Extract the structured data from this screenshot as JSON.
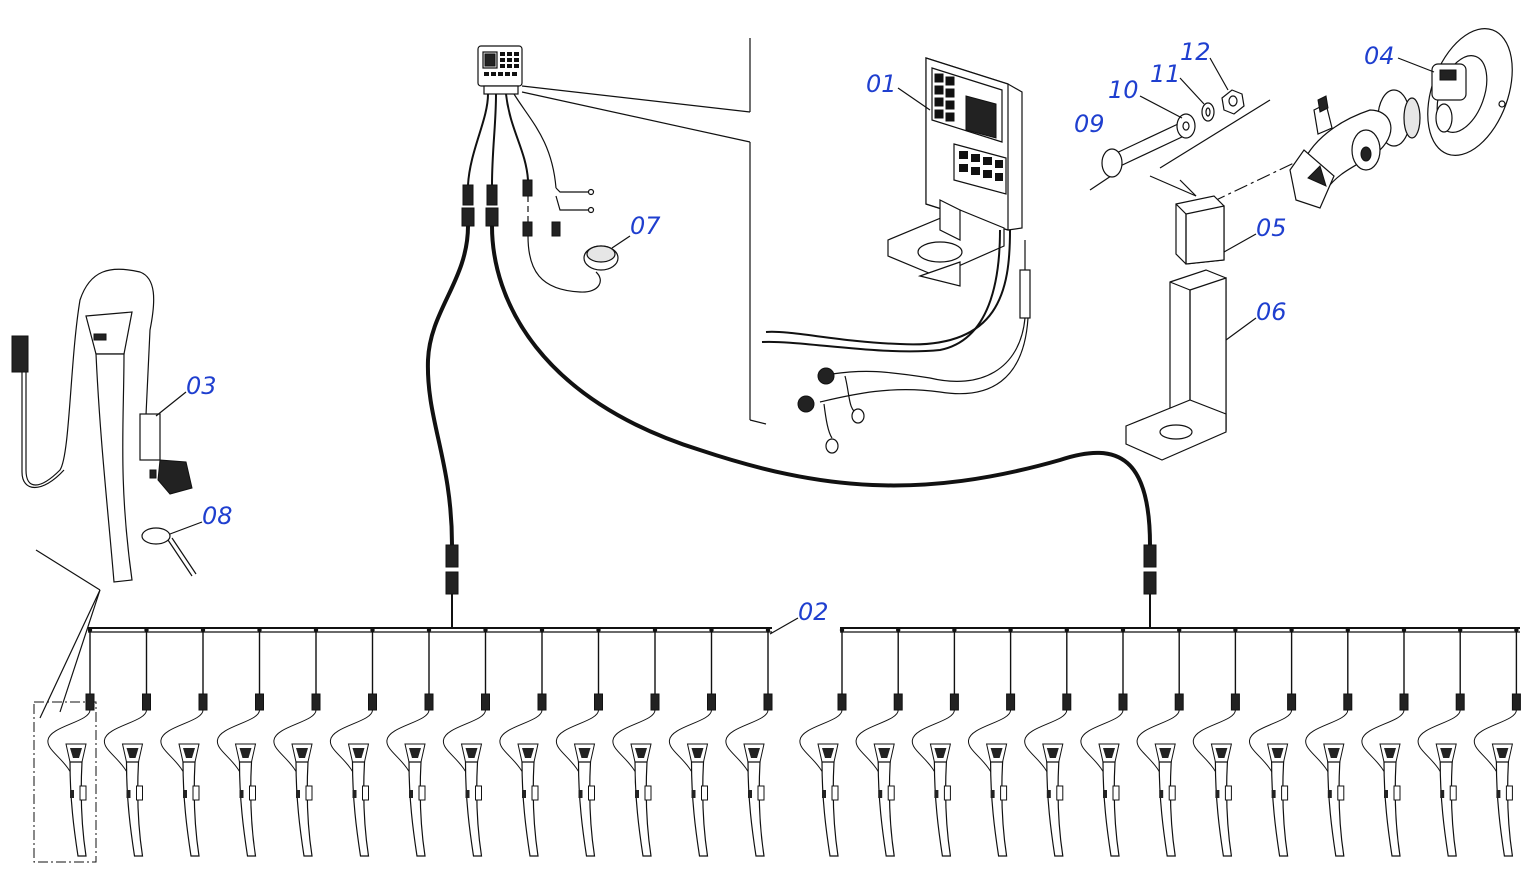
{
  "labels": {
    "p01": "01",
    "p02": "02",
    "p03": "03",
    "p04": "04",
    "p05": "05",
    "p06": "06",
    "p07": "07",
    "p08": "08",
    "p09": "09",
    "p10": "10",
    "p11": "11",
    "p12": "12"
  },
  "colors": {
    "label": "#1f3fcf",
    "line": "#111111"
  },
  "sensor_rows": {
    "left_count": 13,
    "right_count": 13
  }
}
